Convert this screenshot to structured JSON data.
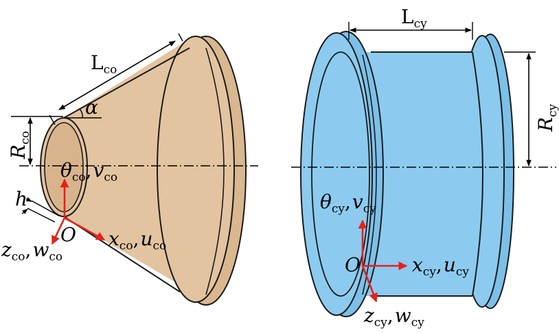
{
  "colors": {
    "cone_fill": "#e3c4a0",
    "cone_inner": "#d8b48d",
    "cylinder_fill": "#8ccbef",
    "axis_red": "#e8201a",
    "outline": "#1a1a1a"
  },
  "cone": {
    "length_label": "L",
    "length_sub": "co",
    "angle_label": "α",
    "radius_label": "R",
    "radius_sub": "co",
    "thickness_label": "h",
    "origin_label": "O",
    "theta": {
      "main": "θ",
      "sub": "co",
      "sep": ",",
      "second": "v",
      "second_sub": "co"
    },
    "x": {
      "main": "x",
      "sub": "co",
      "sep": ",",
      "second": "u",
      "second_sub": "co"
    },
    "z": {
      "main": "z",
      "sub": "co",
      "sep": ",",
      "second": "w",
      "second_sub": "co"
    }
  },
  "cylinder": {
    "length_label": "L",
    "length_sub": "cy",
    "radius_label": "R",
    "radius_sub": "cy",
    "origin_label": "O",
    "theta": {
      "main": "θ",
      "sub": "cy",
      "sep": ",",
      "second": "v",
      "second_sub": "cy"
    },
    "x": {
      "main": "x",
      "sub": "cy",
      "sep": ",",
      "second": "u",
      "second_sub": "cy"
    },
    "z": {
      "main": "z",
      "sub": "cy",
      "sep": ",",
      "second": "w",
      "second_sub": "cy"
    }
  }
}
